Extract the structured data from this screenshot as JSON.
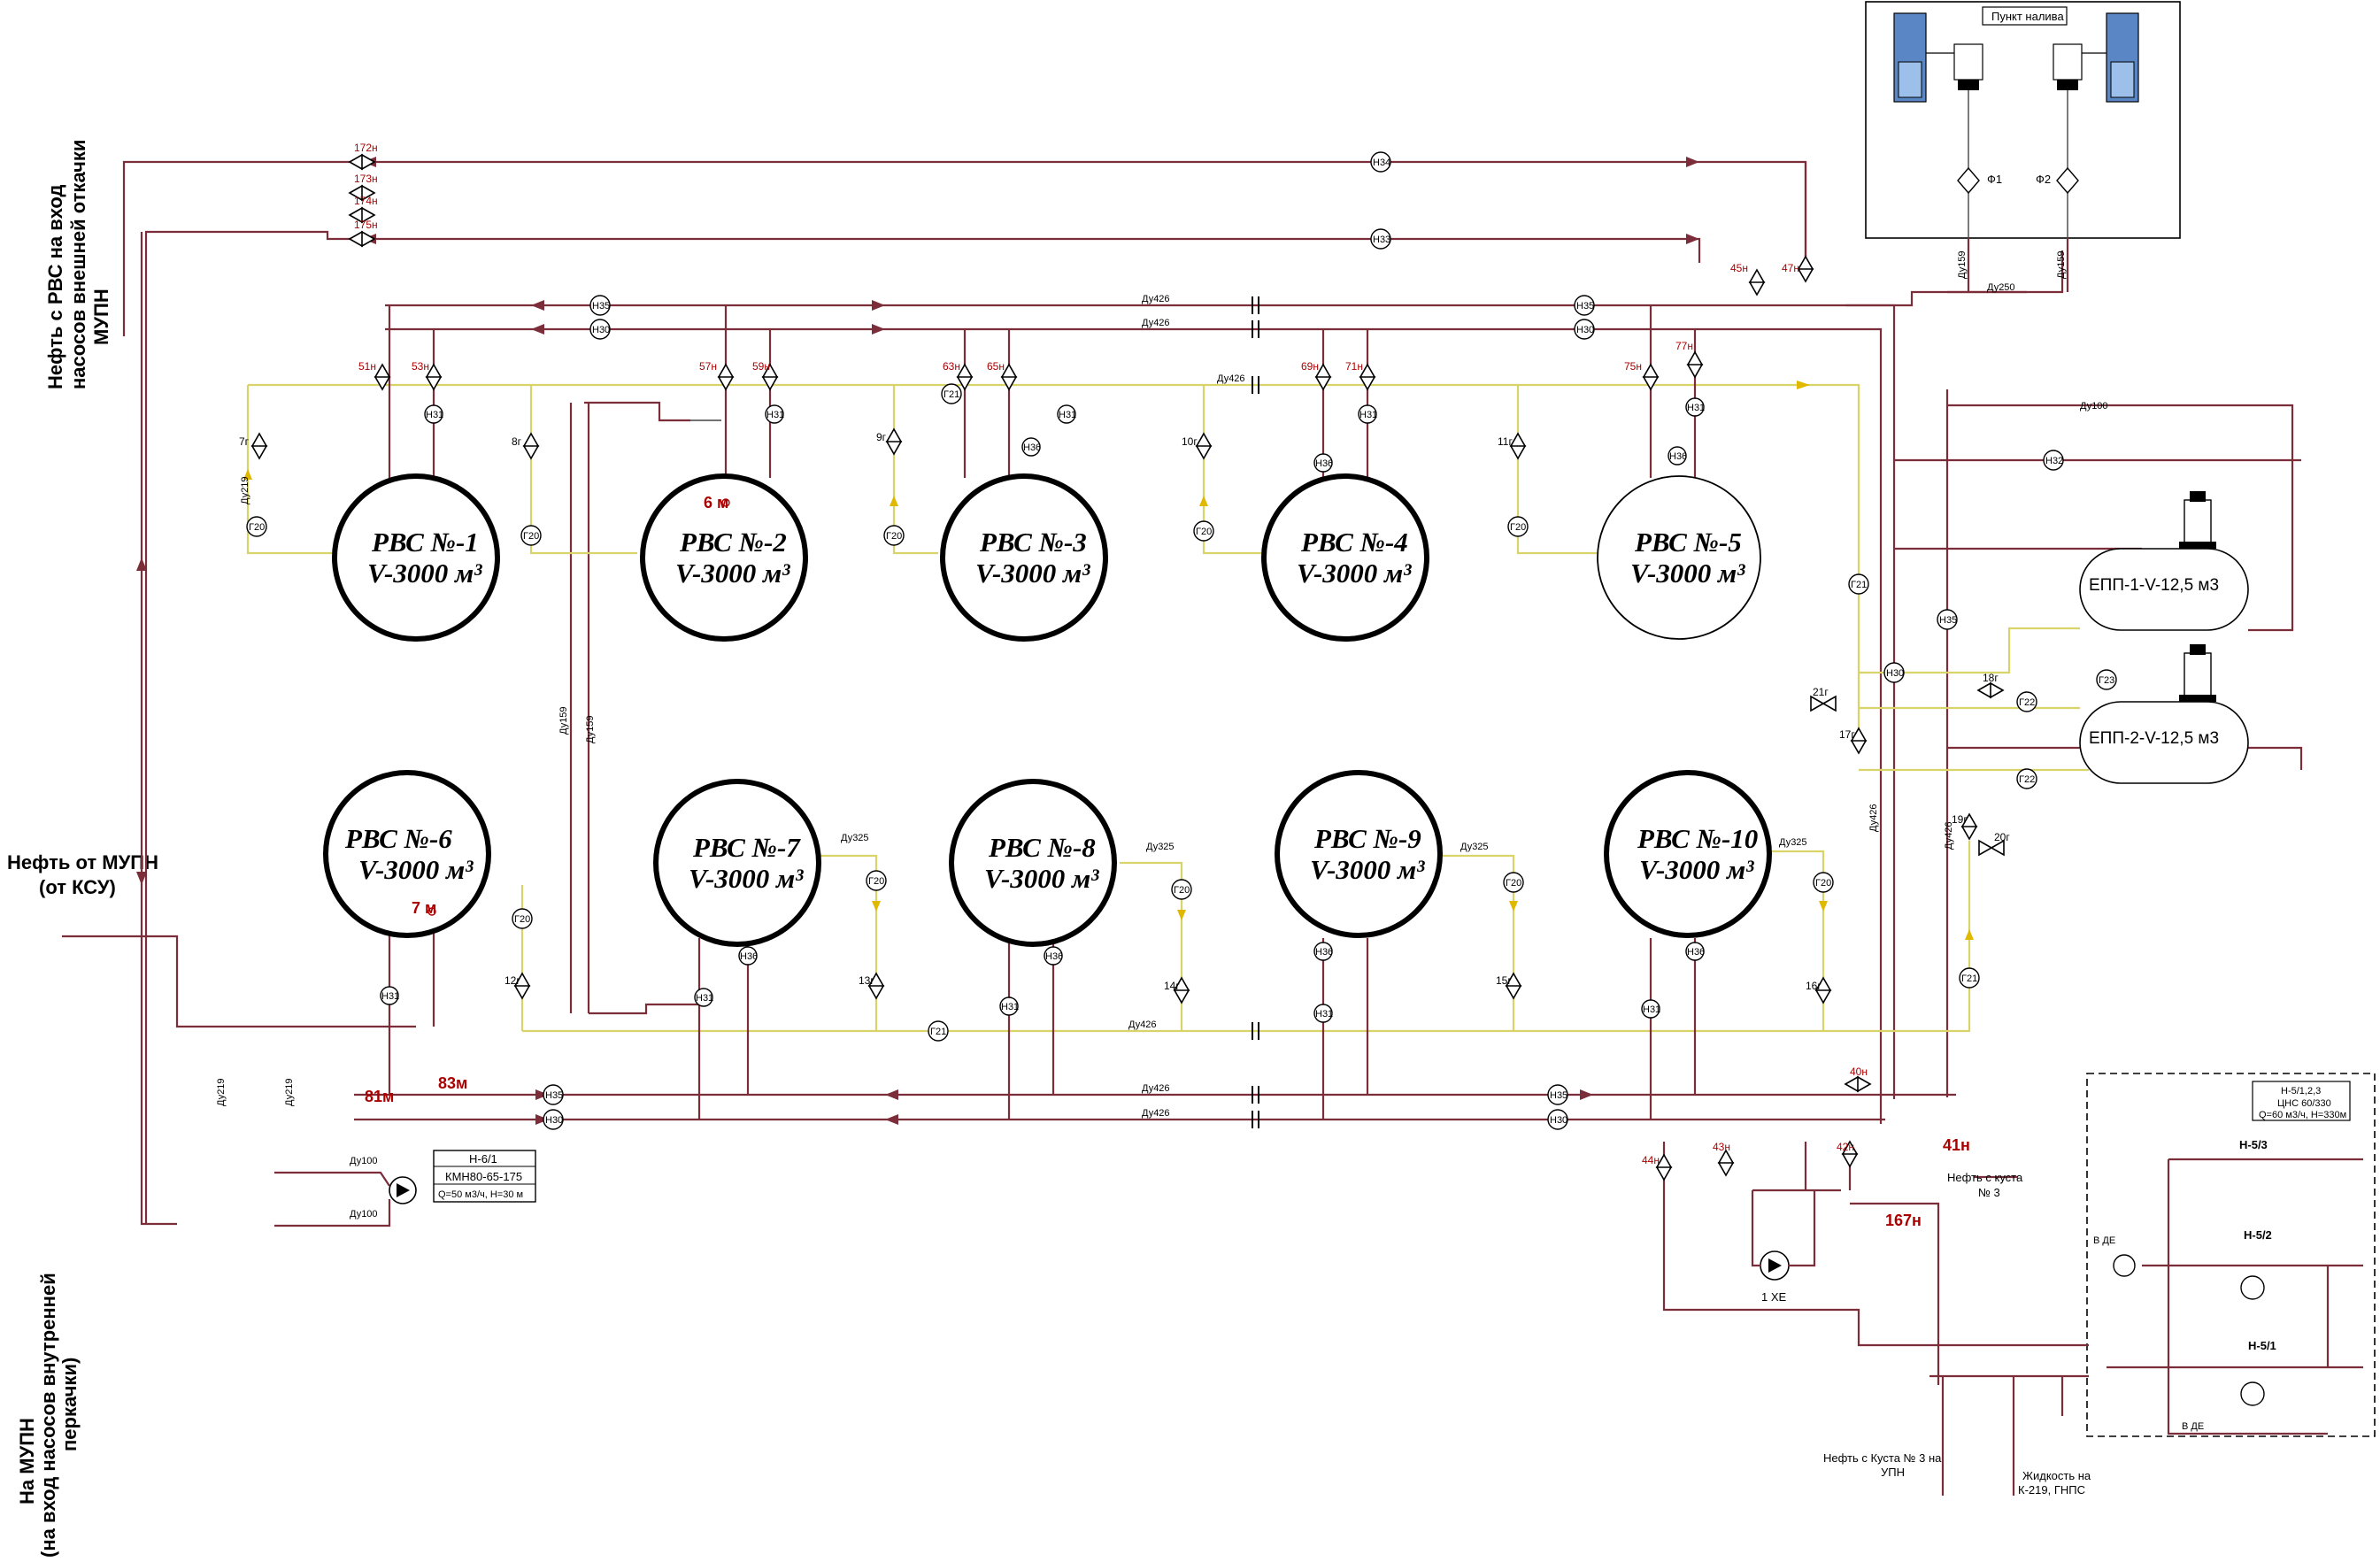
{
  "tanks_top": [
    {
      "name": "РВС №-1",
      "volume": "V-3000 м³"
    },
    {
      "name": "РВС №-2",
      "volume": "V-3000 м³"
    },
    {
      "name": "РВС №-3",
      "volume": "V-3000 м³"
    },
    {
      "name": "РВС №-4",
      "volume": "V-3000 м³"
    },
    {
      "name": "РВС №-5",
      "volume": "V-3000 м³"
    }
  ],
  "tanks_bottom": [
    {
      "name": "РВС №-6",
      "volume": "V-3000 м³"
    },
    {
      "name": "РВС №-7",
      "volume": "V-3000 м³"
    },
    {
      "name": "РВС №-8",
      "volume": "V-3000 м³"
    },
    {
      "name": "РВС №-9",
      "volume": "V-3000 м³"
    },
    {
      "name": "РВС №-10",
      "volume": "V-3000 м³"
    }
  ],
  "vessels": [
    {
      "name": "ЕПП-1-V-12,5 м3"
    },
    {
      "name": "ЕПП-2-V-12,5 м3"
    }
  ],
  "side_labels": {
    "left_top_1": "Нефть с РВС на вход",
    "left_top_2": "насосов внешней откачки",
    "left_top_3": "МУПН",
    "inflow_1": "Нефть от МУПН",
    "inflow_2": "(от КСУ)",
    "bottom_1": "На МУПН",
    "bottom_2": "(на вход насосов внутренней",
    "bottom_3": "перкачки)"
  },
  "loading_point": {
    "title": "Пункт налива",
    "f1": "Ф1",
    "f2": "Ф2",
    "dn_left": "Ду159",
    "dn_right": "Ду159",
    "dn_main": "Ду250"
  },
  "pump_h61": {
    "title": "Н-6/1",
    "model": "КМН80-65-175",
    "params": "Q=50 м3/ч, H=30 м",
    "dn1": "Ду100",
    "dn2": "Ду100"
  },
  "pump_h5": {
    "title": "Н-5/1,2,3",
    "model": "ЦНС 60/330",
    "params": "Q=60 м3/ч, H=330м",
    "h53": "Н-5/3",
    "h52": "Н-5/2",
    "h51": "Н-5/1",
    "vde_top": "В ДЕ",
    "vde_bottom": "В ДЕ"
  },
  "pump_1he": {
    "label": "1 ХЕ"
  },
  "flows": {
    "from_bush_1": "Нефть с куста",
    "from_bush_2": "№ 3",
    "bush_to_upn_1": "Нефть с Куста № 3 на",
    "bush_to_upn_2": "УПН",
    "liquid_1": "Жидкость на",
    "liquid_2": "К-219, ГНПС"
  },
  "line_tags": {
    "t34": "Н34",
    "t33": "Н33",
    "t35": "Н35",
    "t30": "Н30",
    "t31": "Н31",
    "t36": "Н36",
    "g20": "Г20",
    "g21": "Г21",
    "g22": "Г22",
    "g23": "Г23",
    "n32": "Н32"
  },
  "diameters": {
    "d426": "Ду426",
    "d325": "Ду325",
    "d219": "Ду219",
    "d159": "Ду159",
    "d100": "Ду100"
  },
  "valve_tags": {
    "v172": "172н",
    "v173": "173н",
    "v174": "174н",
    "v175": "175н",
    "v51": "51н",
    "v53": "53н",
    "v57": "57н",
    "v59": "59н",
    "v63": "63н",
    "v65": "65н",
    "v69": "69н",
    "v71": "71н",
    "v75": "75н",
    "v77": "77н",
    "v7g": "7г",
    "v8g": "8г",
    "v9g": "9г",
    "v10g": "10г",
    "v11g": "11г",
    "v6m": "6 м",
    "v7m": "7 м",
    "v81m": "81м",
    "v83m": "83м",
    "v41n": "41н",
    "v45n": "45н",
    "v47n": "47н",
    "v40n": "40н",
    "v42n": "42н",
    "v43n": "43н",
    "v44n": "44н",
    "v167n": "167н",
    "v21g": "21г",
    "v17g": "17г",
    "v18g": "18г",
    "v19g": "19г",
    "v20g": "20г",
    "v12g": "12г",
    "v13g": "13г",
    "v14g": "14г",
    "v15g": "15г",
    "v16g": "16г"
  }
}
